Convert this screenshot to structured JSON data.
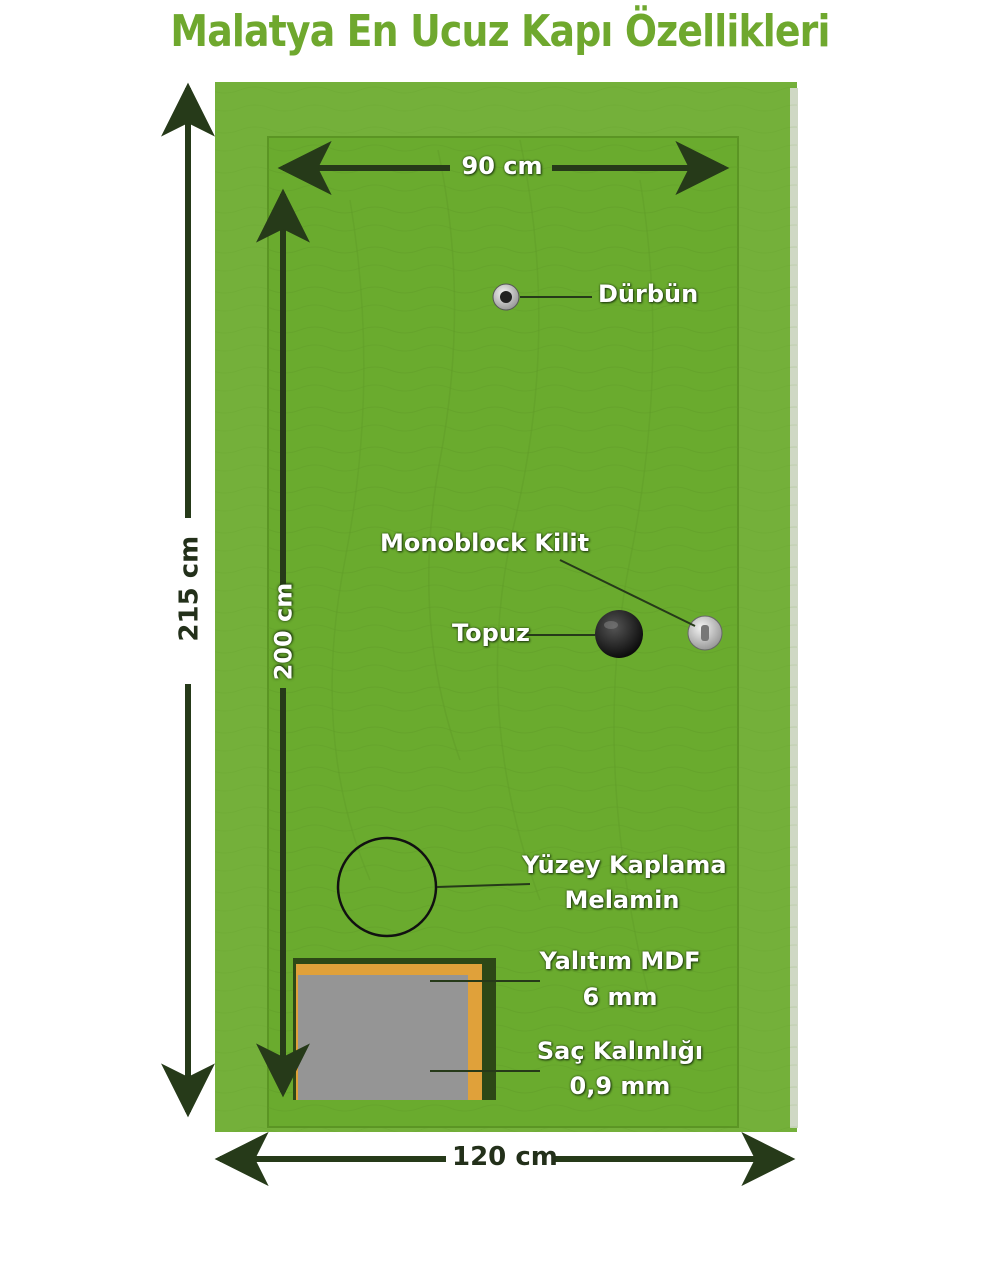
{
  "title": "Malatya En Ucuz Kapı Özellikleri",
  "dimensions": {
    "total_width": "120 cm",
    "total_height": "215 cm",
    "door_width": "90 cm",
    "door_height": "200 cm"
  },
  "features": {
    "peephole": "Dürbün",
    "lock": "Monoblock Kilit",
    "knob": "Topuz",
    "surface_line1": "Yüzey Kaplama",
    "surface_line2": "Melamin",
    "insulation_line1": "Yalıtım MDF",
    "insulation_line2": "6 mm",
    "steel_line1": "Saç Kalınlığı",
    "steel_line2": "0,9 mm"
  },
  "colors": {
    "frame": "#74b03a",
    "door": "#6aab2e",
    "arrow": "#263a19",
    "title": "#6fa82e",
    "mdf": "#e0a13a",
    "steel": "#8e8e8e"
  }
}
